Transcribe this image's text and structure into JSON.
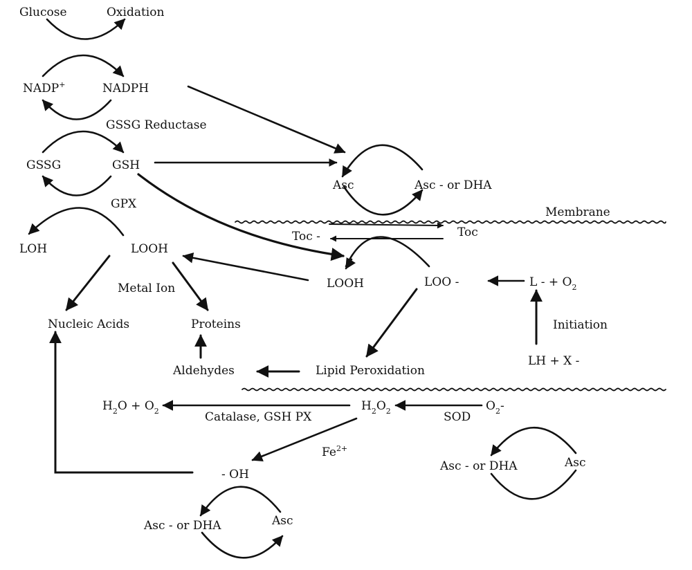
{
  "labels": {
    "glucose": "Glucose",
    "oxidation": "Oxidation",
    "nadp_plus": "NADP+",
    "nadph": "NADPH",
    "gssg_reductase": "GSSG Reductase",
    "gssg": "GSSG",
    "gsh": "GSH",
    "gpx": "GPX",
    "loh": "LOH",
    "looh_left": "LOOH",
    "metal_ion": "Metal Ion",
    "nucleic_acids": "Nucleic Acids",
    "proteins": "Proteins",
    "aldehydes": "Aldehydes",
    "lipid_peroxidation": "Lipid Peroxidation",
    "asc_top": "Asc",
    "asc_or_dha_top": "Asc - or DHA",
    "membrane": "Membrane",
    "toc_minus": "Toc -",
    "toc": "Toc",
    "looh_mid": "LOOH",
    "loo_minus": "LOO -",
    "l_plus_o2": "L - + O2",
    "initiation": "Initiation",
    "lh_plus_x": "LH + X -",
    "h2o_plus_o2": "H2O + O2",
    "catalase": "Catalase, GSH PX",
    "h2o2": "H2O2",
    "sod": "SOD",
    "o2_minus": "O2-",
    "fe2": "Fe2+",
    "oh_minus": "- OH",
    "asc_or_dha_right": "Asc - or DHA",
    "asc_right": "Asc",
    "asc_or_dha_bottom": "Asc - or DHA",
    "asc_bottom": "Asc"
  },
  "parts": {
    "nadp": "NADP",
    "nadp_sup": "+",
    "l_o2_prefix": "L - + O",
    "sub2": "2",
    "h2o_h": "H",
    "h2o_o_plus_o": "O + O",
    "h2o2_h": "H",
    "h2o2_o": "O",
    "o2_o": "O",
    "o2_minus_sign": "-",
    "fe": "Fe",
    "fe_sup": "2+"
  }
}
